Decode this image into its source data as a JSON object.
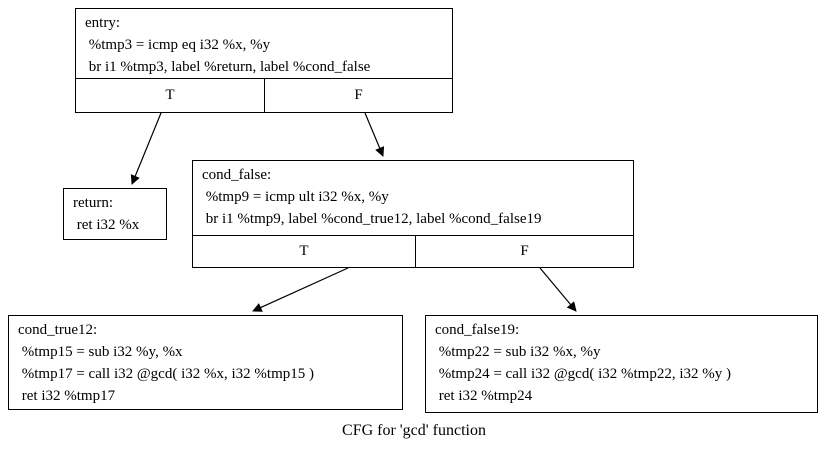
{
  "diagram": {
    "caption": "CFG for 'gcd' function",
    "colors": {
      "background": "#ffffff",
      "border": "#000000",
      "text": "#000000"
    },
    "nodes": {
      "entry": {
        "title": "entry:",
        "instructions": [
          " %tmp3 = icmp eq i32 %x, %y",
          " br i1 %tmp3, label %return, label %cond_false"
        ],
        "branches": {
          "true": "T",
          "false": "F"
        }
      },
      "return": {
        "title": "return:",
        "instructions": [
          " ret i32 %x"
        ]
      },
      "cond_false": {
        "title": "cond_false:",
        "instructions": [
          " %tmp9 = icmp ult i32 %x, %y",
          " br i1 %tmp9, label %cond_true12, label %cond_false19"
        ],
        "branches": {
          "true": "T",
          "false": "F"
        }
      },
      "cond_true12": {
        "title": "cond_true12:",
        "instructions": [
          " %tmp15 = sub i32 %y, %x",
          " %tmp17 = call i32 @gcd( i32 %x, i32 %tmp15 )",
          " ret i32 %tmp17"
        ]
      },
      "cond_false19": {
        "title": "cond_false19:",
        "instructions": [
          " %tmp22 = sub i32 %x, %y",
          " %tmp24 = call i32 @gcd( i32 %tmp22, i32 %y )",
          " ret i32 %tmp24"
        ]
      }
    },
    "edges": [
      {
        "from": "entry:T",
        "to": "return"
      },
      {
        "from": "entry:F",
        "to": "cond_false"
      },
      {
        "from": "cond_false:T",
        "to": "cond_true12"
      },
      {
        "from": "cond_false:F",
        "to": "cond_false19"
      }
    ]
  }
}
